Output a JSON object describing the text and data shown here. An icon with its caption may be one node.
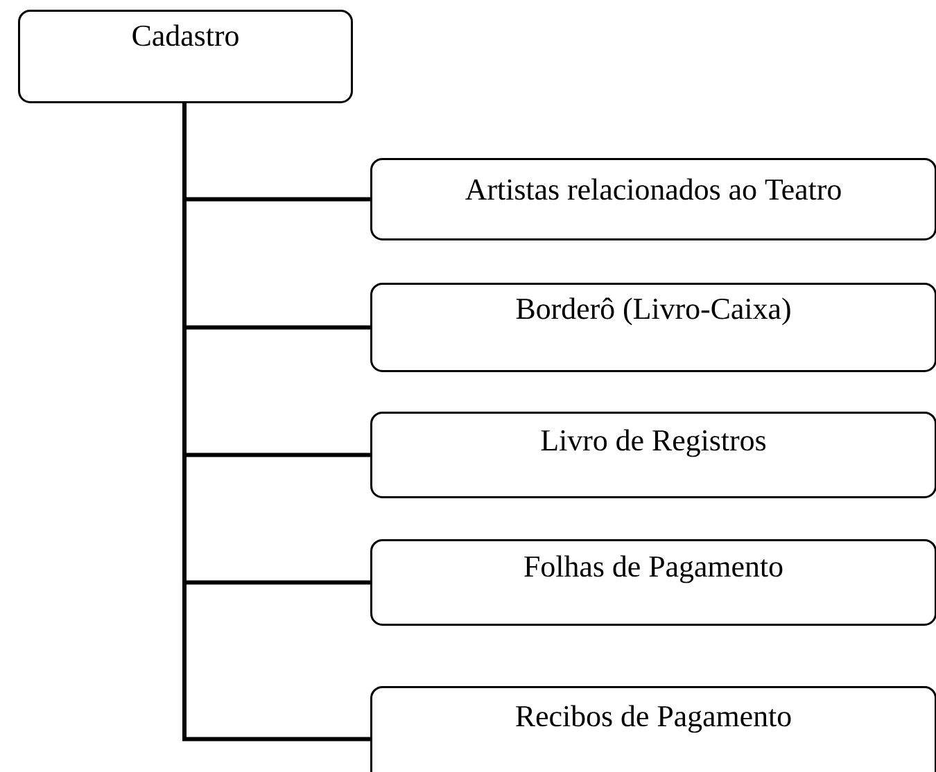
{
  "diagram": {
    "nodes": [
      {
        "text": [
          "Cadastro"
        ]
      },
      {
        "text": [
          "Artistas relacionados ao Teatro"
        ]
      },
      {
        "text": [
          "Borderô (Livro-Caixa)"
        ]
      },
      {
        "text": [
          "Livro de Registros"
        ]
      },
      {
        "text": [
          "Folhas de Pagamento"
        ]
      },
      {
        "text": [
          "Recibos de Pagamento"
        ]
      }
    ],
    "edges": [
      {
        "from": 0,
        "to": 1,
        "arrow": "none"
      },
      {
        "from": 0,
        "to": 2,
        "arrow": "none"
      },
      {
        "from": 0,
        "to": 3,
        "arrow": "none"
      },
      {
        "from": 0,
        "to": 4,
        "arrow": "none"
      },
      {
        "from": 0,
        "to": 5,
        "arrow": "none"
      }
    ]
  }
}
